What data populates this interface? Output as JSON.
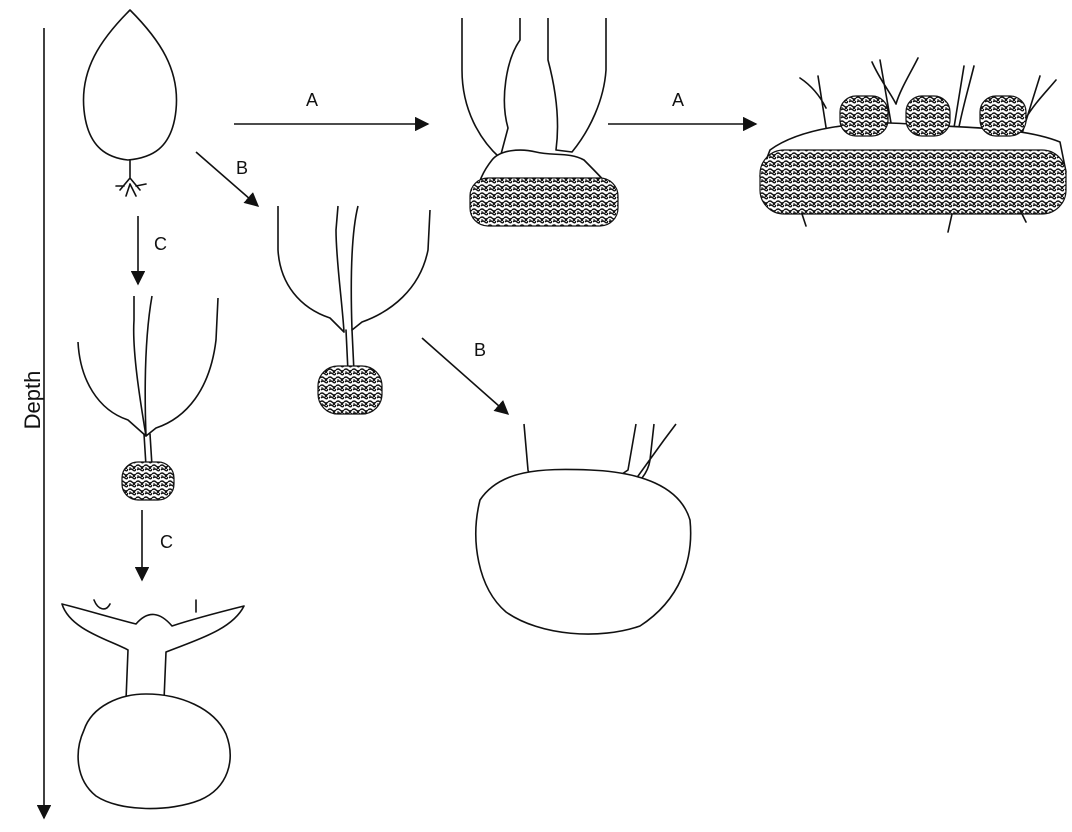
{
  "axis": {
    "label": "Depth"
  },
  "paths": [
    {
      "id": "A",
      "labels": [
        "A",
        "A"
      ]
    },
    {
      "id": "B",
      "labels": [
        "B",
        "B"
      ]
    },
    {
      "id": "C",
      "labels": [
        "C",
        "C"
      ]
    }
  ]
}
